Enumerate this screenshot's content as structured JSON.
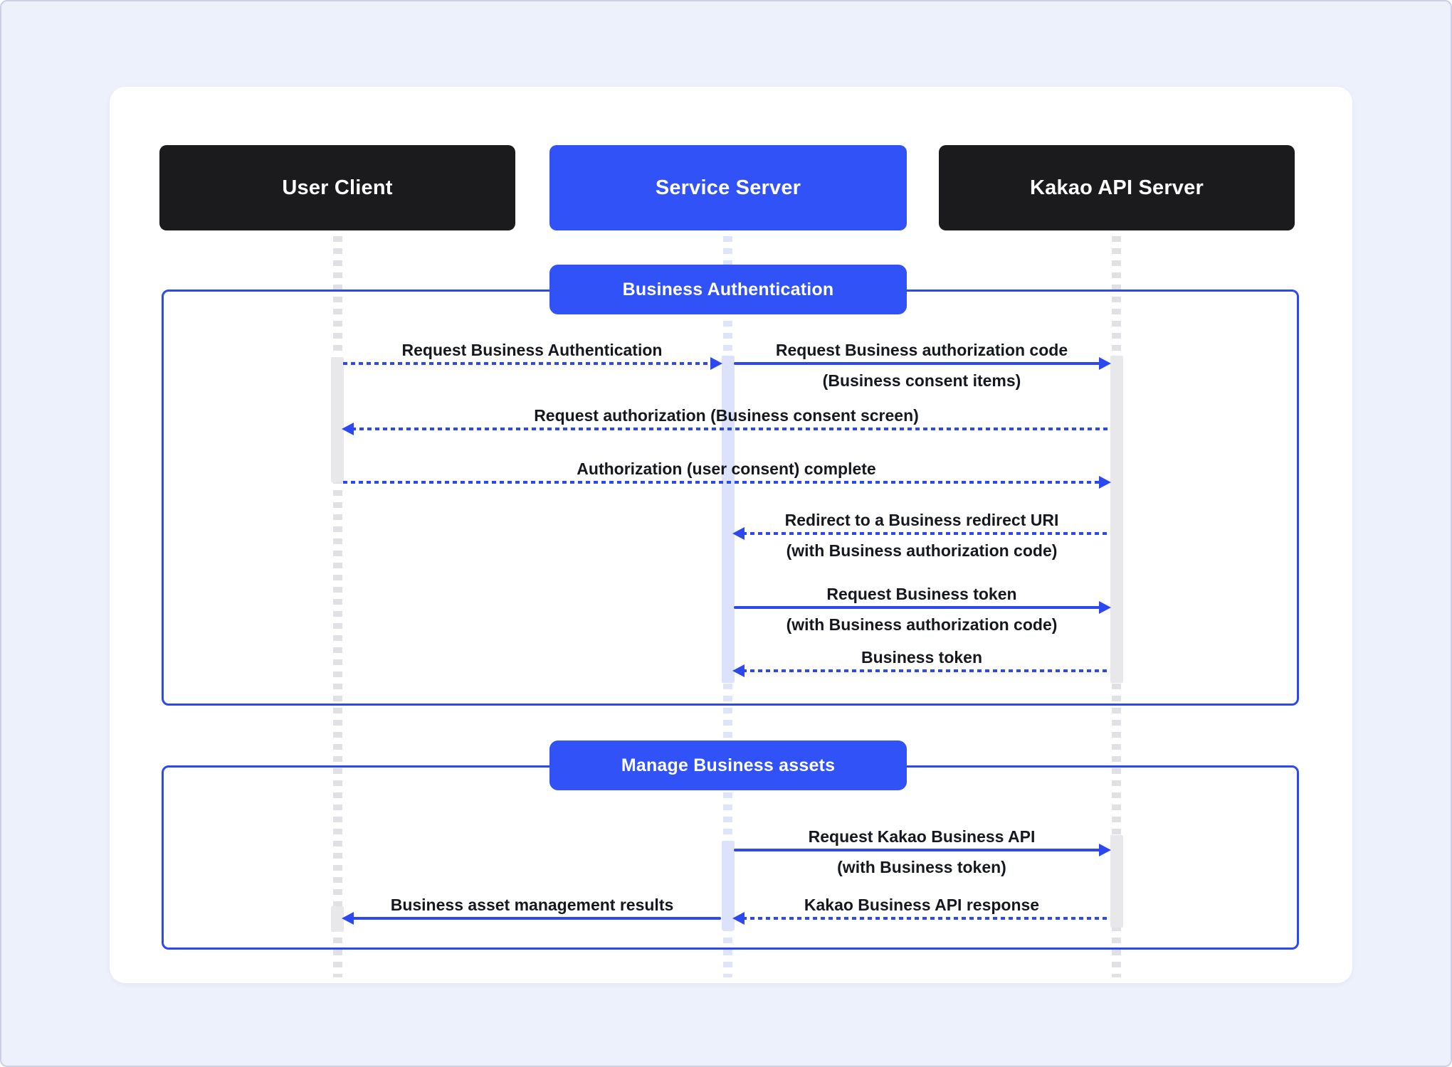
{
  "colors": {
    "accent": "#3152f6",
    "arrow": "#2c49f0",
    "dark": "#1b1b1d",
    "page_bg": "#edf1fb",
    "ink": "#15181f",
    "gray_dash": "#e0e1e4",
    "gray_bar": "#e8e8ea",
    "lavender_dash": "#dfe4fb",
    "lavender_bar": "#dce2fb",
    "card_bg": "#ffffff"
  },
  "actors": [
    {
      "id": "user-client",
      "label": "User Client",
      "variant": "dark"
    },
    {
      "id": "service-server",
      "label": "Service Server",
      "variant": "accent"
    },
    {
      "id": "kakao-api-server",
      "label": "Kakao API Server",
      "variant": "dark"
    }
  ],
  "sections": [
    {
      "title": "Business Authentication",
      "messages": [
        {
          "label": "Request Business Authentication",
          "from": "user-client",
          "to": "service-server",
          "style": "dotted"
        },
        {
          "label": "Request Business authorization code",
          "sublabel": "(Business consent items)",
          "from": "service-server",
          "to": "kakao-api-server",
          "style": "solid"
        },
        {
          "label": "Request authorization (Business consent screen)",
          "from": "kakao-api-server",
          "to": "user-client",
          "style": "dotted"
        },
        {
          "label": "Authorization (user consent) complete",
          "from": "user-client",
          "to": "kakao-api-server",
          "style": "dotted"
        },
        {
          "label": "Redirect to a Business redirect URI",
          "sublabel": "(with Business authorization code)",
          "from": "kakao-api-server",
          "to": "service-server",
          "style": "dotted"
        },
        {
          "label": "Request Business token",
          "sublabel": "(with Business authorization code)",
          "from": "service-server",
          "to": "kakao-api-server",
          "style": "solid"
        },
        {
          "label": "Business token",
          "from": "kakao-api-server",
          "to": "service-server",
          "style": "dotted"
        }
      ]
    },
    {
      "title": "Manage Business assets",
      "messages": [
        {
          "label": "Request Kakao Business API",
          "sublabel": "(with Business token)",
          "from": "service-server",
          "to": "kakao-api-server",
          "style": "solid"
        },
        {
          "label": "Kakao Business API response",
          "from": "kakao-api-server",
          "to": "service-server",
          "style": "dotted"
        },
        {
          "label": "Business asset management results",
          "from": "service-server",
          "to": "user-client",
          "style": "solid"
        }
      ]
    }
  ]
}
